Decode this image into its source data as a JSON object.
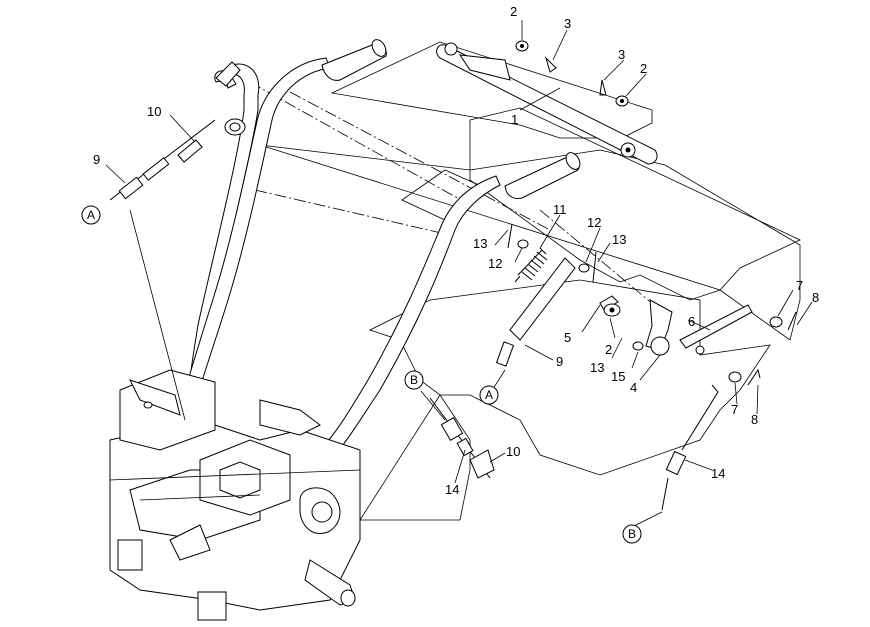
{
  "callouts": [
    {
      "id": "c-2a",
      "text": "2"
    },
    {
      "id": "c-3a",
      "text": "3"
    },
    {
      "id": "c-3b",
      "text": "3"
    },
    {
      "id": "c-2b",
      "text": "2"
    },
    {
      "id": "c-1",
      "text": "1"
    },
    {
      "id": "c-10a",
      "text": "10"
    },
    {
      "id": "c-9a",
      "text": "9"
    },
    {
      "id": "c-11",
      "text": "11"
    },
    {
      "id": "c-12a",
      "text": "12"
    },
    {
      "id": "c-13a",
      "text": "13"
    },
    {
      "id": "c-13b",
      "text": "13"
    },
    {
      "id": "c-12b",
      "text": "12"
    },
    {
      "id": "c-7a",
      "text": "7"
    },
    {
      "id": "c-8a",
      "text": "8"
    },
    {
      "id": "c-6",
      "text": "6"
    },
    {
      "id": "c-5",
      "text": "5"
    },
    {
      "id": "c-2c",
      "text": "2"
    },
    {
      "id": "c-13c",
      "text": "13"
    },
    {
      "id": "c-15",
      "text": "15"
    },
    {
      "id": "c-4",
      "text": "4"
    },
    {
      "id": "c-9b",
      "text": "9"
    },
    {
      "id": "c-7b",
      "text": "7"
    },
    {
      "id": "c-8b",
      "text": "8"
    },
    {
      "id": "c-10b",
      "text": "10"
    },
    {
      "id": "c-14a",
      "text": "14"
    },
    {
      "id": "c-14b",
      "text": "14"
    }
  ],
  "refs": {
    "a1": "A",
    "a2": "A",
    "b1": "B",
    "b2": "B"
  }
}
